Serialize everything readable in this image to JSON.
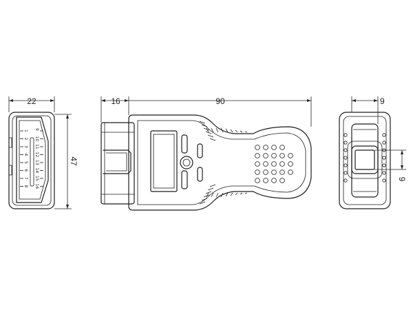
{
  "dimensions": {
    "width_front": "22",
    "height_front": "47",
    "nose_length": "16",
    "total_length": "90",
    "rear_width": "9",
    "rear_height": "9"
  },
  "pins": {
    "left_column": [
      "1",
      "2",
      "3",
      "4",
      "5",
      "6",
      "7",
      "8"
    ],
    "right_column": [
      "9",
      "10",
      "11",
      "12",
      "13",
      "14",
      "15",
      "16"
    ]
  },
  "colors": {
    "line": "#1a1a1a",
    "background": "#ffffff"
  }
}
